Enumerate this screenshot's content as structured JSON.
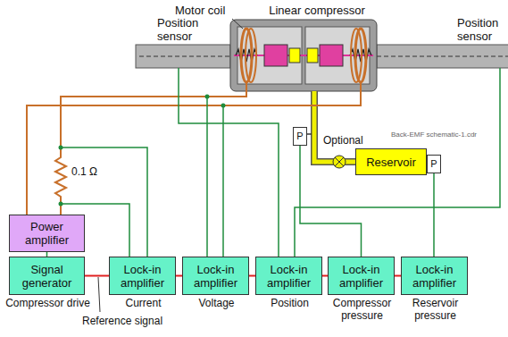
{
  "diagram": {
    "nodes": [
      {
        "text": [
          "P"
        ]
      },
      {
        "text": [
          "Reservoir"
        ]
      },
      {
        "text": [
          "P"
        ]
      },
      {
        "text": [
          "Power amplifier"
        ]
      },
      {
        "text": [
          "Signal generator",
          "Compressor drive"
        ]
      },
      {
        "text": [
          "Lock-in amplifier",
          "Current"
        ]
      },
      {
        "text": [
          "Lock-in amplifier",
          "Voltage"
        ]
      },
      {
        "text": [
          "Lock-in amplifier",
          "Position"
        ]
      },
      {
        "text": [
          "Lock-in amplifier",
          "Compressor pressure"
        ]
      },
      {
        "text": [
          "Lock-in amplifier",
          "Reservoir pressure"
        ]
      }
    ],
    "edges": [
      {
        "from": 4,
        "to": 3,
        "arrow": "none"
      },
      {
        "from": 4,
        "to": 5,
        "arrow": "none"
      },
      {
        "from": 5,
        "to": 6,
        "arrow": "none"
      },
      {
        "from": 6,
        "to": 7,
        "arrow": "none"
      },
      {
        "from": 7,
        "to": 8,
        "arrow": "none"
      },
      {
        "from": 8,
        "to": 9,
        "arrow": "none"
      },
      {
        "from": 0,
        "to": 8,
        "arrow": "none"
      },
      {
        "from": 2,
        "to": 9,
        "arrow": "none"
      }
    ],
    "labels": [
      "Motor coil",
      "Linear compressor",
      "Position sensor",
      "Position sensor",
      "Optional",
      "Back-EMF schematic-1.cdr",
      "0.1 Ω",
      "Reference signal"
    ]
  }
}
